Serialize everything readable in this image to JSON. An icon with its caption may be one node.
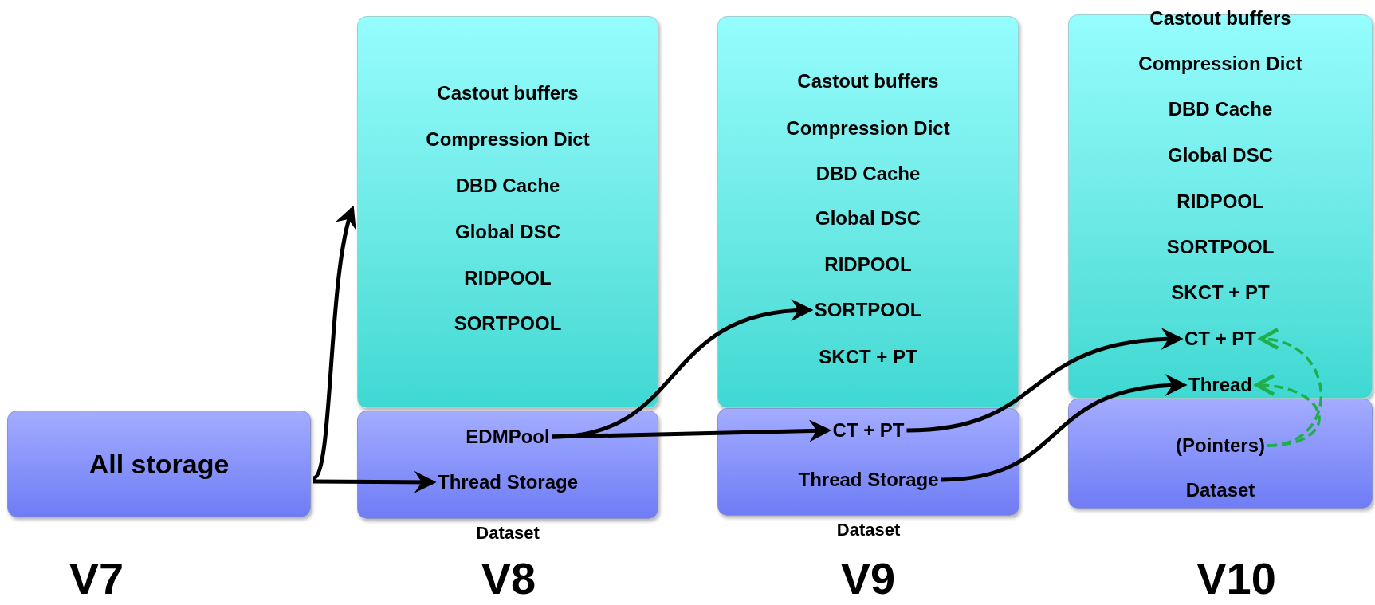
{
  "diagram": {
    "nodes": [
      {
        "text": [
          "All storage"
        ]
      },
      {
        "text": [],
        "shape": "box"
      },
      {
        "text": [
          "Castout buffers"
        ],
        "in": 1
      },
      {
        "text": [
          "Compression Dict"
        ],
        "in": 1
      },
      {
        "text": [
          "DBD Cache"
        ],
        "in": 1
      },
      {
        "text": [
          "Global DSC"
        ],
        "in": 1
      },
      {
        "text": [
          "RIDPOOL"
        ],
        "in": 1
      },
      {
        "text": [
          "SORTPOOL"
        ],
        "in": 1
      },
      {
        "text": [],
        "shape": "box",
        "beside": [
          "Dataset"
        ]
      },
      {
        "text": [
          "EDMPool"
        ],
        "in": 8
      },
      {
        "text": [
          "Thread Storage"
        ],
        "in": 8
      },
      {
        "text": [],
        "shape": "box"
      },
      {
        "text": [
          "Castout buffers"
        ],
        "in": 11
      },
      {
        "text": [
          "Compression Dict"
        ],
        "in": 11
      },
      {
        "text": [
          "DBD Cache"
        ],
        "in": 11
      },
      {
        "text": [
          "Global DSC"
        ],
        "in": 11
      },
      {
        "text": [
          "RIDPOOL"
        ],
        "in": 11
      },
      {
        "text": [
          "SORTPOOL"
        ],
        "in": 11
      },
      {
        "text": [
          "SKCT + PT"
        ],
        "in": 11
      },
      {
        "text": [],
        "shape": "box",
        "beside": [
          "Dataset"
        ]
      },
      {
        "text": [
          "CT + PT"
        ],
        "in": 19
      },
      {
        "text": [
          "Thread Storage"
        ],
        "in": 19
      },
      {
        "text": [],
        "shape": "box"
      },
      {
        "text": [
          "Castout buffers"
        ],
        "in": 22
      },
      {
        "text": [
          "Compression Dict"
        ],
        "in": 22
      },
      {
        "text": [
          "DBD Cache"
        ],
        "in": 22
      },
      {
        "text": [
          "Global DSC"
        ],
        "in": 22
      },
      {
        "text": [
          "RIDPOOL"
        ],
        "in": 22
      },
      {
        "text": [
          "SORTPOOL"
        ],
        "in": 22
      },
      {
        "text": [
          "SKCT + PT"
        ],
        "in": 22
      },
      {
        "text": [
          "CT + PT"
        ],
        "in": 22
      },
      {
        "text": [
          "Thread"
        ],
        "in": 22
      },
      {
        "text": [],
        "shape": "box"
      },
      {
        "text": [
          "(Pointers)"
        ],
        "in": 32
      },
      {
        "text": [
          "Dataset"
        ],
        "in": 32
      }
    ],
    "edges": [
      {
        "from": 0,
        "to": 1,
        "arrow": "to"
      },
      {
        "from": 0,
        "to": 10,
        "arrow": "to"
      },
      {
        "from": 9,
        "to": 17,
        "arrow": "to"
      },
      {
        "from": 9,
        "to": 20,
        "arrow": "to"
      },
      {
        "from": 20,
        "to": 30,
        "arrow": "to"
      },
      {
        "from": 21,
        "to": 31,
        "arrow": "to"
      },
      {
        "from": 33,
        "to": 30,
        "arrow": "to",
        "style": "dashed",
        "color": "#1fae4b"
      },
      {
        "from": 33,
        "to": 31,
        "arrow": "to",
        "style": "dashed",
        "color": "#1fae4b"
      }
    ],
    "labels": [
      "V7",
      "V8",
      "V9",
      "V10"
    ]
  }
}
